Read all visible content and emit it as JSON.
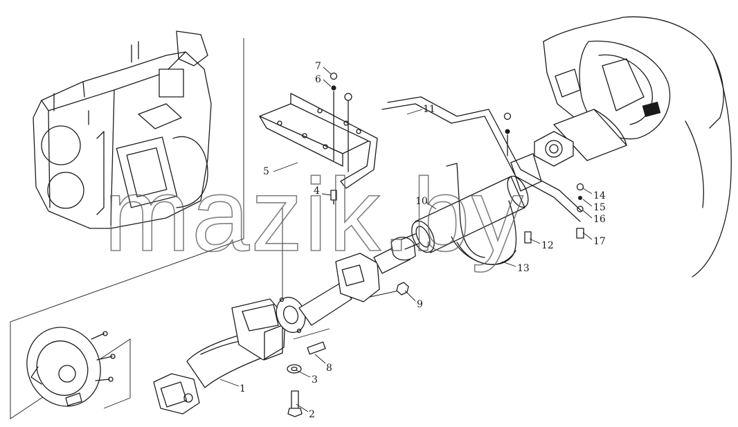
{
  "watermark": "mazik.by",
  "corner_mark": "",
  "callouts": {
    "c1": "1",
    "c2": "2",
    "c3": "3",
    "c4": "4",
    "c5": "5",
    "c6": "6",
    "c7": "7",
    "c8": "8",
    "c9": "9",
    "c10": "10",
    "c11": "11",
    "c12": "12",
    "c13": "13",
    "c14": "14",
    "c15": "15",
    "c16": "16",
    "c17": "17"
  }
}
